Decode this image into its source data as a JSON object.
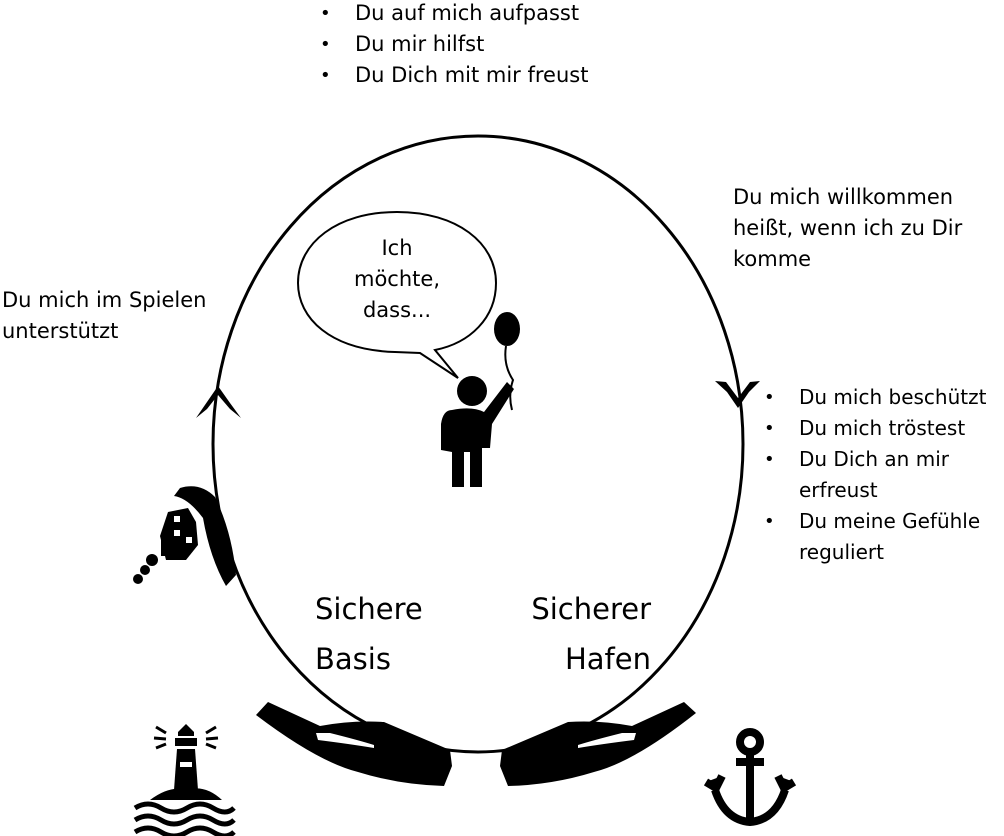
{
  "top_list": [
    "Du auf mich aufpasst",
    "Du mir hilfst",
    "Du Dich mit mir freust"
  ],
  "left_text": [
    "Du mich im Spielen",
    "unterstützt"
  ],
  "right_top_text": [
    "Du mich willkommen",
    "heißt, wenn ich zu Dir",
    "komme"
  ],
  "right_list": [
    {
      "lines": [
        "Du mich beschützt"
      ]
    },
    {
      "lines": [
        "Du mich tröstest"
      ]
    },
    {
      "lines": [
        "Du Dich an mir",
        "erfreust"
      ]
    },
    {
      "lines": [
        "Du meine Gefühle",
        "reguliert"
      ]
    }
  ],
  "speech_bubble": [
    "Ich",
    "möchte,",
    "dass..."
  ],
  "secure_base": [
    "Sichere",
    "Basis"
  ],
  "safe_haven": [
    "Sicherer",
    "Hafen"
  ],
  "icons": [
    "balloon-child-icon",
    "ship-icon",
    "lighthouse-icon",
    "anchor-icon",
    "hands-icon",
    "arrow-up-icon",
    "arrow-down-icon"
  ],
  "colors": {
    "ink": "#000000",
    "background": "#ffffff"
  }
}
